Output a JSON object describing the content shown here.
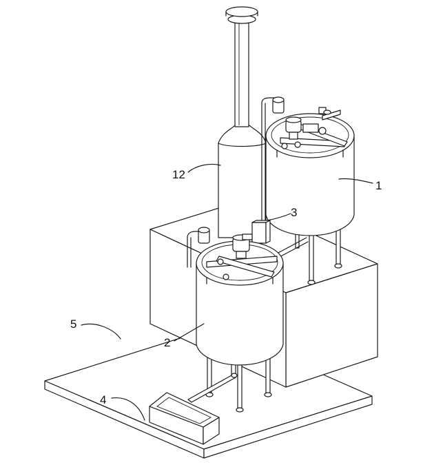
{
  "diagram": {
    "labels": {
      "tank_1": "1",
      "tank_2": "2",
      "part_3": "3",
      "part_4": "4",
      "part_5": "5",
      "part_12": "12"
    }
  }
}
